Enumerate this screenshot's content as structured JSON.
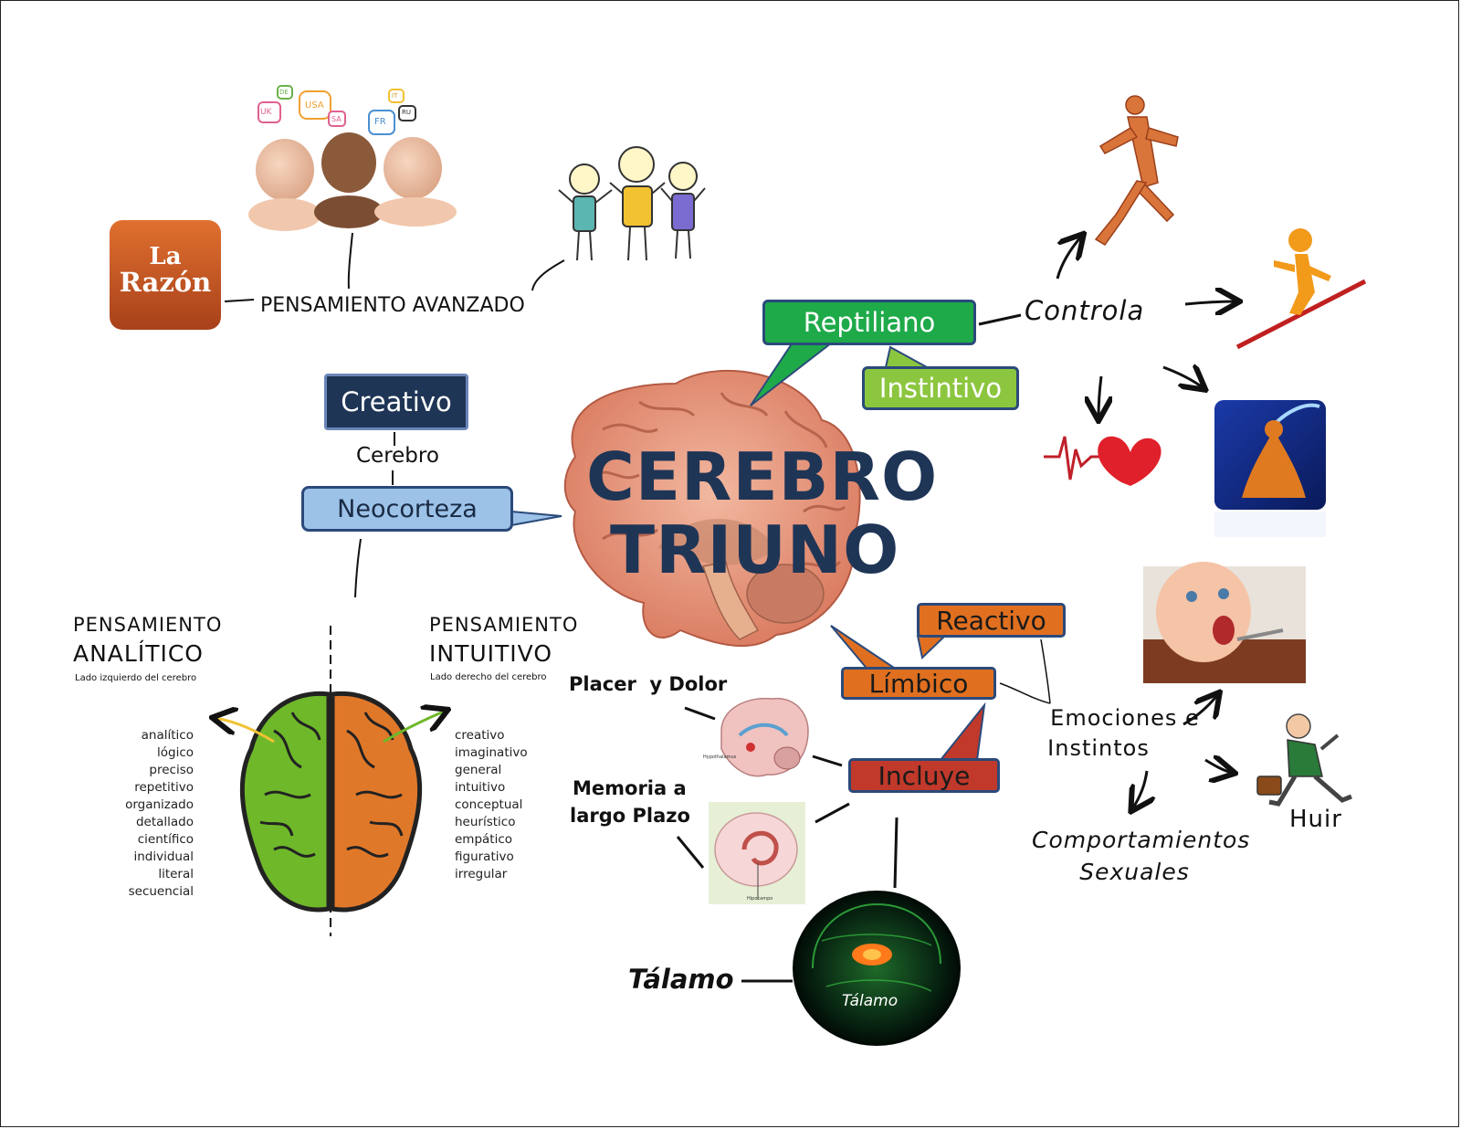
{
  "title": {
    "line1": "CEREBRO",
    "line2": "TRIUNO"
  },
  "neocortex_branch": {
    "creativo": "Creativo",
    "cerebro": "Cerebro",
    "neocorteza": "Neocorteza",
    "pensamiento_avanzado": "PENSAMIENTO AVANZADO",
    "logo_text": {
      "line1": "La",
      "line2": "Razón"
    },
    "baby_bubbles": [
      "UK",
      "USA",
      "FR",
      "SA",
      "DE",
      "IT",
      "RU"
    ]
  },
  "hemispheres": {
    "left_title": {
      "line1": "PENSAMIENTO",
      "line2": "ANALÍTICO"
    },
    "left_subtitle": "Lado izquierdo del cerebro",
    "left_words": [
      "analítico",
      "lógico",
      "preciso",
      "repetitivo",
      "organizado",
      "detallado",
      "científico",
      "individual",
      "literal",
      "secuencial"
    ],
    "right_title": {
      "line1": "PENSAMIENTO",
      "line2": "INTUITIVO"
    },
    "right_subtitle": "Lado derecho del cerebro",
    "right_words": [
      "creativo",
      "imaginativo",
      "general",
      "intuitivo",
      "conceptual",
      "heurístico",
      "empático",
      "figurativo",
      "irregular"
    ],
    "colors": {
      "left": "#6fb82a",
      "right": "#e0782a"
    }
  },
  "reptilian_branch": {
    "reptiliano": "Reptiliano",
    "instintivo": "Instintivo",
    "controla": "Controla",
    "colors": {
      "reptiliano": "#1faa4a",
      "instintivo": "#8cc63f"
    }
  },
  "limbic_branch": {
    "reactivo": "Reactivo",
    "limbico": "Límbico",
    "incluye": "Incluye",
    "emociones": {
      "line1": "Emociones e",
      "line2": "Instintos"
    },
    "huir": "Huir",
    "comportamientos": {
      "line1": "Comportamientos",
      "line2": "Sexuales"
    },
    "placer": "Placer  y Dolor",
    "memoria": {
      "line1": "Memoria a",
      "line2": "largo Plazo"
    },
    "talamo": "Tálamo",
    "talamo_caption": "Tálamo",
    "hypothalamus_caption": "Hypothalamus",
    "hippocampus_caption": "Hipocampo",
    "colors": {
      "reactivo": "#e07020",
      "limbico": "#e07020",
      "incluye": "#c0392b"
    }
  }
}
